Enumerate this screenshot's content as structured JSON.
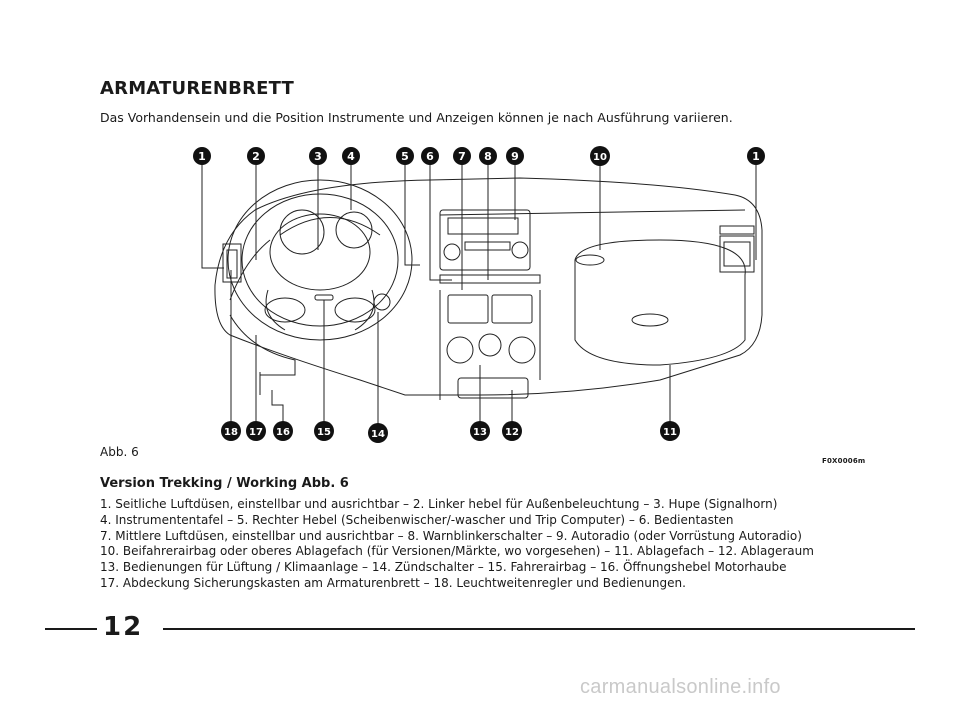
{
  "title": "ARMATURENBRETT",
  "intro": "Das Vorhandensein und die Position Instrumente und Anzeigen können je nach Ausführung variieren.",
  "figure": {
    "caption": "Abb. 6",
    "code": "F0X0006m",
    "callouts_top": [
      "1",
      "2",
      "3",
      "4",
      "5",
      "6",
      "7",
      "8",
      "9",
      "10",
      "1"
    ],
    "callouts_bottom": [
      "18",
      "17",
      "16",
      "15",
      "14",
      "13",
      "12",
      "11"
    ]
  },
  "subtitle": "Version Trekking / Working Abb. 6",
  "legend": [
    "1. Seitliche Luftdüsen, einstellbar und ausrichtbar – 2. Linker hebel für Außenbeleuchtung – 3. Hupe (Signalhorn)",
    "4. Instrumententafel – 5. Rechter Hebel (Scheibenwischer/-wascher und Trip Computer) – 6. Bedientasten",
    "7. Mittlere Luftdüsen, einstellbar und ausrichtbar – 8. Warnblinkerschalter – 9. Autoradio (oder Vorrüstung Autoradio)",
    "10. Beifahrerairbag oder oberes Ablagefach (für Versionen/Märkte, wo vorgesehen) – 11. Ablagefach – 12. Ablageraum",
    "13. Bedienungen für Lüftung / Klimaanlage – 14. Zündschalter – 15. Fahrerairbag – 16. Öffnungshebel Motorhaube",
    "17. Abdeckung Sicherungskasten am Armaturenbrett – 18. Leuchtweitenregler und Bedienungen."
  ],
  "page_number": "12",
  "watermark": "carmanualsonline.info"
}
